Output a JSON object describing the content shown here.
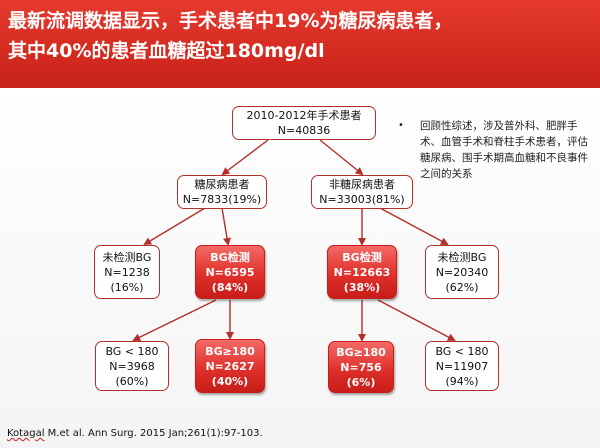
{
  "header": {
    "title_line1": "最新流调数据显示，手术患者中19%为糖尿病患者，",
    "title_line2": "其中40%的患者血糖超过180mg/dl"
  },
  "nodes": {
    "root": {
      "line1": "2010-2012年手术患者",
      "line2": "N=40836"
    },
    "diabetes": {
      "line1": "糖尿病患者",
      "line2": "N=7833(19%)"
    },
    "non_diabetes": {
      "line1": "非糖尿病患者",
      "line2": "N=33003(81%)"
    },
    "d_untested": {
      "line1": "未检测BG",
      "line2": "N=1238",
      "line3": "(16%)"
    },
    "d_tested": {
      "line1": "BG检测",
      "line2": "N=6595",
      "line3": "(84%)"
    },
    "n_tested": {
      "line1": "BG检测",
      "line2": "N=12663",
      "line3": "(38%)"
    },
    "n_untested": {
      "line1": "未检测BG",
      "line2": "N=20340",
      "line3": "(62%)"
    },
    "d_low": {
      "line1": "BG < 180",
      "line2": "N=3968",
      "line3": "(60%)"
    },
    "d_high": {
      "line1": "BG≥180",
      "line2": "N=2627",
      "line3": "(40%)"
    },
    "n_high": {
      "line1": "BG≥180",
      "line2": "N=756",
      "line3": "(6%)"
    },
    "n_low": {
      "line1": "BG < 180",
      "line2": "N=11907",
      "line3": "(94%)"
    }
  },
  "note": {
    "bullet": "•",
    "text": "回顾性综述，涉及普外科、肥胖手术、血管手术和脊柱手术患者，评估糖尿病、围手术期高血糖和不良事件之间的关系"
  },
  "citation": {
    "author": "Kotagal",
    "rest": " M.et al. Ann Surg. 2015 Jan;261(1):97-103."
  },
  "colors": {
    "header": "#d42a20",
    "highlight_box": "#e0302b",
    "border": "#b2302a",
    "arrow": "#b2302a"
  }
}
